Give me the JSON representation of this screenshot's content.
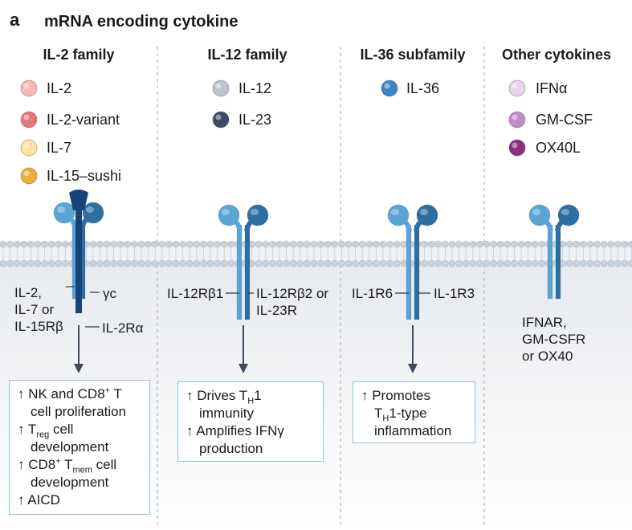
{
  "panel_letter": "a",
  "title": "mRNA encoding cytokine",
  "colors": {
    "receptor": "#5aa4d6",
    "receptor_dark": "#2e6fa3",
    "receptor_navy": "#16447a",
    "membrane_head": "#c9d2db",
    "box_border": "#8fc1df",
    "arrow": "#3b4a5f"
  },
  "columns": [
    {
      "title": "IL-2 family",
      "legend": [
        {
          "label": "IL-2",
          "color": "#f6b8b8"
        },
        {
          "label": "IL-2-variant",
          "color": "#e5767c"
        },
        {
          "label": "IL-7",
          "color": "#fbe3a6"
        },
        {
          "label": "IL-15–sushi",
          "color": "#e8b13c"
        }
      ],
      "labels": [
        "IL-2,",
        "IL-7 or",
        "IL-15Rβ",
        "γc",
        "IL-2Rα"
      ],
      "box": [
        {
          "pre": "↑ NK and CD8",
          "sup": "+",
          "post": " T"
        },
        {
          "pre": "cell proliferation"
        },
        {
          "pre": "↑ T",
          "sub": "reg",
          "post": " cell"
        },
        {
          "pre": "development"
        },
        {
          "pre": "↑ CD8",
          "sup": "+",
          "mid": " T",
          "sub": "mem",
          "post": " cell"
        },
        {
          "pre": "development"
        },
        {
          "pre": "↑ AICD"
        }
      ]
    },
    {
      "title": "IL-12 family",
      "legend": [
        {
          "label": "IL-12",
          "color": "#bcc3cf"
        },
        {
          "label": "IL-23",
          "color": "#3c4a68"
        }
      ],
      "labels": [
        "IL-12Rβ1",
        "IL-12Rβ2 or",
        "IL-23R"
      ],
      "box": [
        {
          "pre": "↑ Drives T",
          "sub": "H",
          "post": "1"
        },
        {
          "pre": "immunity"
        },
        {
          "pre": "↑ Amplifies IFNγ"
        },
        {
          "pre": "production"
        }
      ]
    },
    {
      "title": "IL-36 subfamily",
      "legend": [
        {
          "label": "IL-36",
          "color": "#3d84c6"
        }
      ],
      "labels": [
        "IL-1R6",
        "IL-1R3"
      ],
      "box": [
        {
          "pre": "↑ Promotes"
        },
        {
          "pre": "T",
          "sub": "H",
          "post": "1-type"
        },
        {
          "pre": "inflammation"
        }
      ]
    },
    {
      "title": "Other cytokines",
      "legend": [
        {
          "label": "IFNα",
          "color": "#ead2ec"
        },
        {
          "label": "GM-CSF",
          "color": "#c08bc8"
        },
        {
          "label": "OX40L",
          "color": "#8a2d83"
        }
      ],
      "labels": [
        "IFNAR,",
        "GM-CSFR",
        "or OX40"
      ]
    }
  ]
}
